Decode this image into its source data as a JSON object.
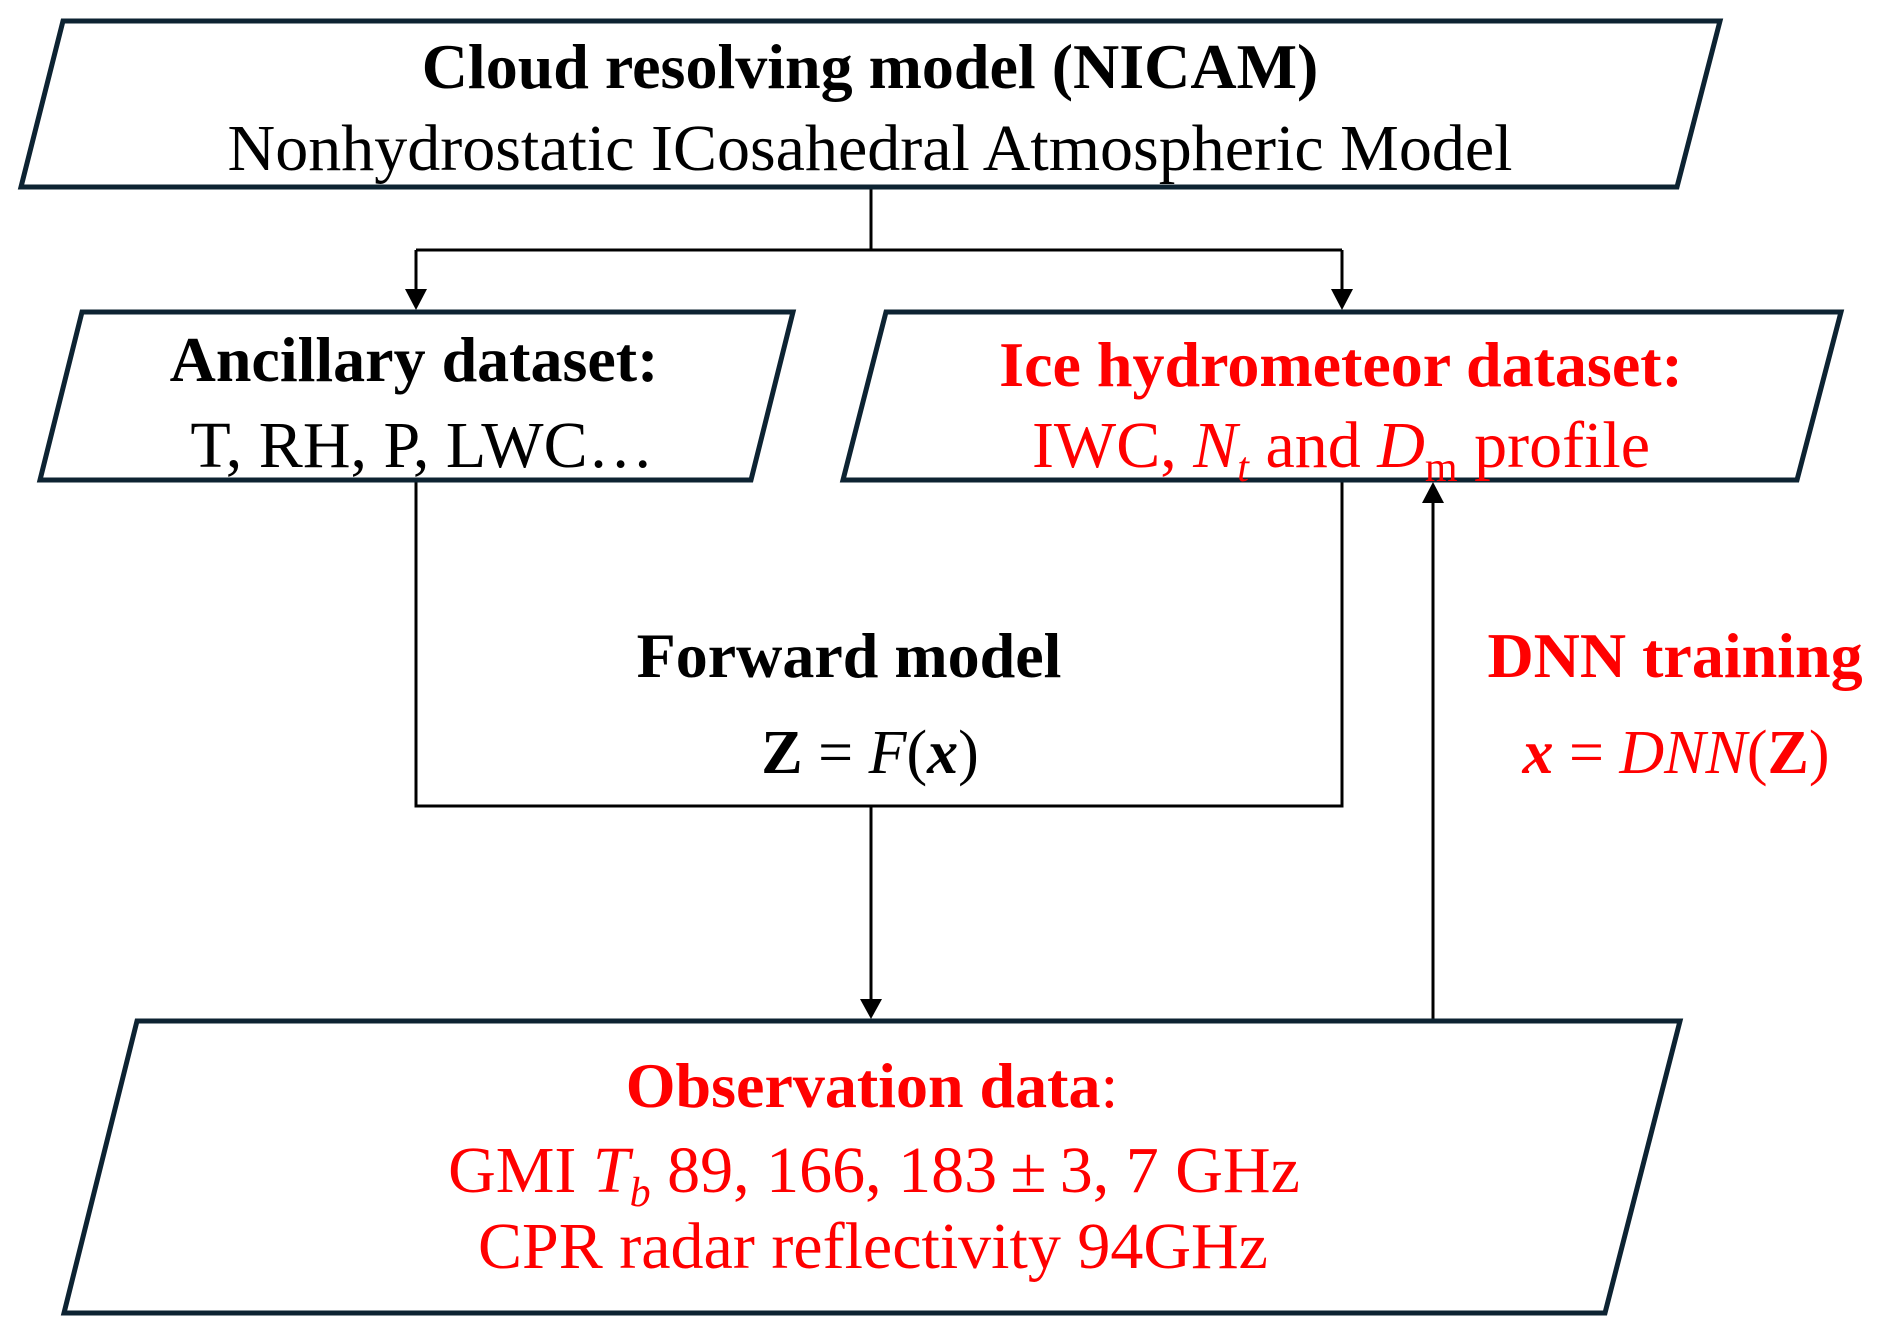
{
  "colors": {
    "box_border": "#0d2332",
    "connector": "#000000",
    "text_default": "#000000",
    "text_highlight": "#ff0000"
  },
  "nodes": {
    "cloud_model": {
      "title": "Cloud resolving model (NICAM)",
      "subtitle": "Nonhydrostatic ICosahedral Atmospheric Model"
    },
    "ancillary": {
      "title": "Ancillary dataset:",
      "subtitle": "T, RH, P, LWC…"
    },
    "ice": {
      "title": "Ice hydrometeor dataset:",
      "subtitle_parts": {
        "p1": "IWC, ",
        "nt_base": "N",
        "nt_sub": "t",
        "p2": " and ",
        "dm_base": "D",
        "dm_sub": "m",
        "p3": " profile"
      }
    },
    "observation": {
      "title": "Observation data",
      "title_suffix": ":",
      "line1_parts": {
        "p1": "GMI ",
        "tb_base": "T",
        "tb_sub": "b",
        "p2": " 89, 166, 183 ± 3, 7 GHz"
      },
      "line2": "CPR radar reflectivity 94GHz"
    }
  },
  "processes": {
    "forward": {
      "label": "Forward model",
      "formula_parts": {
        "lhs": "Z",
        "eq": " = ",
        "fn": "F",
        "open": "(",
        "arg": "x",
        "close": ")"
      }
    },
    "dnn": {
      "label": "DNN training",
      "formula_parts": {
        "lhs": "x",
        "eq": " = ",
        "fn": "DNN",
        "open": "(",
        "arg": "Z",
        "close": ")"
      }
    }
  },
  "edges": [
    {
      "from": "cloud_model",
      "to": "ancillary"
    },
    {
      "from": "cloud_model",
      "to": "ice"
    },
    {
      "from": "ancillary",
      "to": "observation",
      "via": "forward_model"
    },
    {
      "from": "ice",
      "to": "observation",
      "via": "forward_model"
    },
    {
      "from": "observation",
      "to": "ice",
      "via": "dnn_training"
    }
  ]
}
